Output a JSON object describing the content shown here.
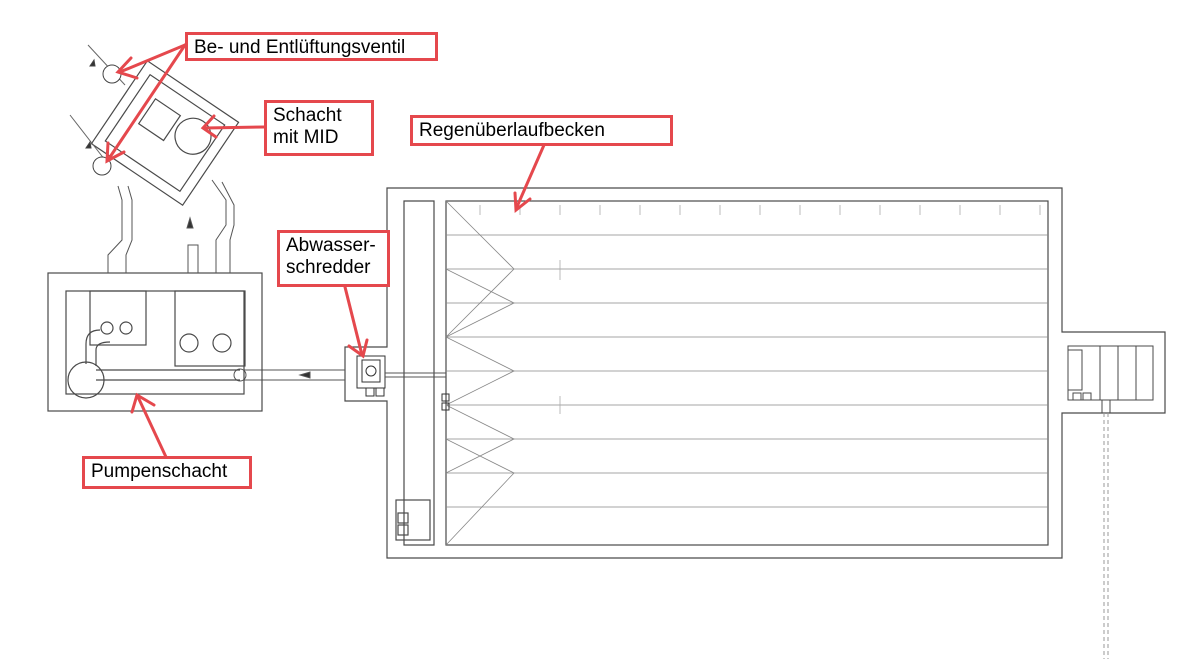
{
  "labels": {
    "valve": "Be- und Entlüftungsventil",
    "shaft_mid": [
      "Schacht",
      "mit MID"
    ],
    "tank": "Regenüberlaufbecken",
    "shredder": [
      "Abwasser-",
      "schredder"
    ],
    "pump_shaft": "Pumpenschacht"
  },
  "colors": {
    "annotation": "#e5484d",
    "drawing": "#4a4a4a",
    "thin": "#9a9a9a"
  }
}
